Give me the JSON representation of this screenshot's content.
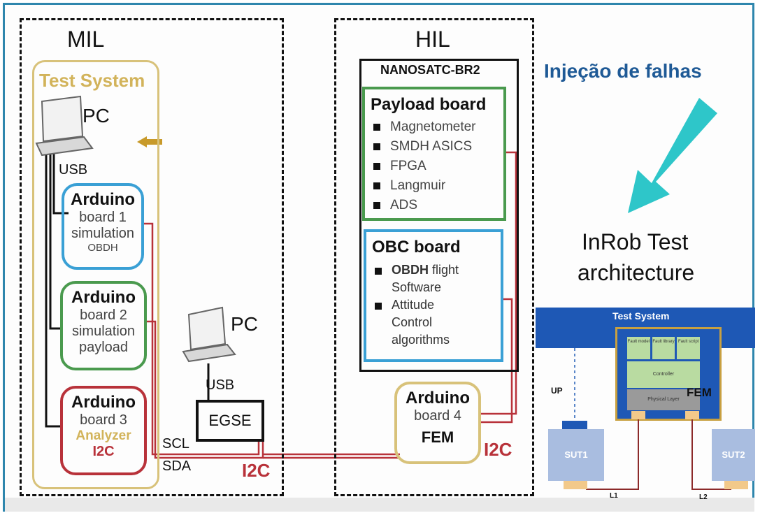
{
  "mil": {
    "title": "MIL"
  },
  "hil": {
    "title": "HIL"
  },
  "test_system": {
    "title": "Test System",
    "pc": "PC",
    "usb": "USB",
    "board1": {
      "name": "Arduino",
      "l1": "board 1",
      "l2": "simulation",
      "l3": "OBDH"
    },
    "board2": {
      "name": "Arduino",
      "l1": "board 2",
      "l2": "simulation",
      "l3": "payload"
    },
    "board3": {
      "name": "Arduino",
      "l1": "board 3",
      "l2": "Analyzer",
      "l3": "I2C"
    },
    "scl": "SCL",
    "sda": "SDA"
  },
  "egse_group": {
    "pc": "PC",
    "usb": "USB",
    "egse": "EGSE",
    "i2c": "I2C"
  },
  "nanosat": {
    "title": "NANOSATC-BR2",
    "payload": {
      "title": "Payload board",
      "items": [
        "Magnetometer",
        "SMDH ASICS",
        "FPGA",
        "Langmuir",
        "ADS"
      ]
    },
    "obc": {
      "title": "OBC board",
      "items": [
        {
          "bold": "OBDH",
          "rest": " flight",
          "line2": "Software"
        },
        {
          "bold": "",
          "rest": "Attitude",
          "line2": "Control",
          "line3": "algorithms"
        }
      ]
    }
  },
  "board4": {
    "name": "Arduino",
    "l1": "board 4",
    "l2": "FEM",
    "i2c": "I2C"
  },
  "right": {
    "injection": "Injeção de falhas",
    "arch_l1": "InRob Test",
    "arch_l2": "architecture",
    "mini": {
      "test_system": "Test System",
      "fault_model": "Fault model",
      "fault_library": "Fault library",
      "fault_script": "Fault script",
      "controller": "Controller",
      "physical_layer": "Physical Layer",
      "fem": "FEM",
      "up": "UP",
      "sut1": "SUT1",
      "sut2": "SUT2",
      "l1": "L1",
      "l2": "L2"
    }
  },
  "colors": {
    "frame": "#2e86ad",
    "test_system": "#d8c27a",
    "blue_board": "#3aa0d5",
    "green_board": "#4a9a4e",
    "red_board": "#b8323a",
    "wire": "#b8323a",
    "arrow": "#2ec6c9",
    "mini_bar": "#1e58b5"
  }
}
